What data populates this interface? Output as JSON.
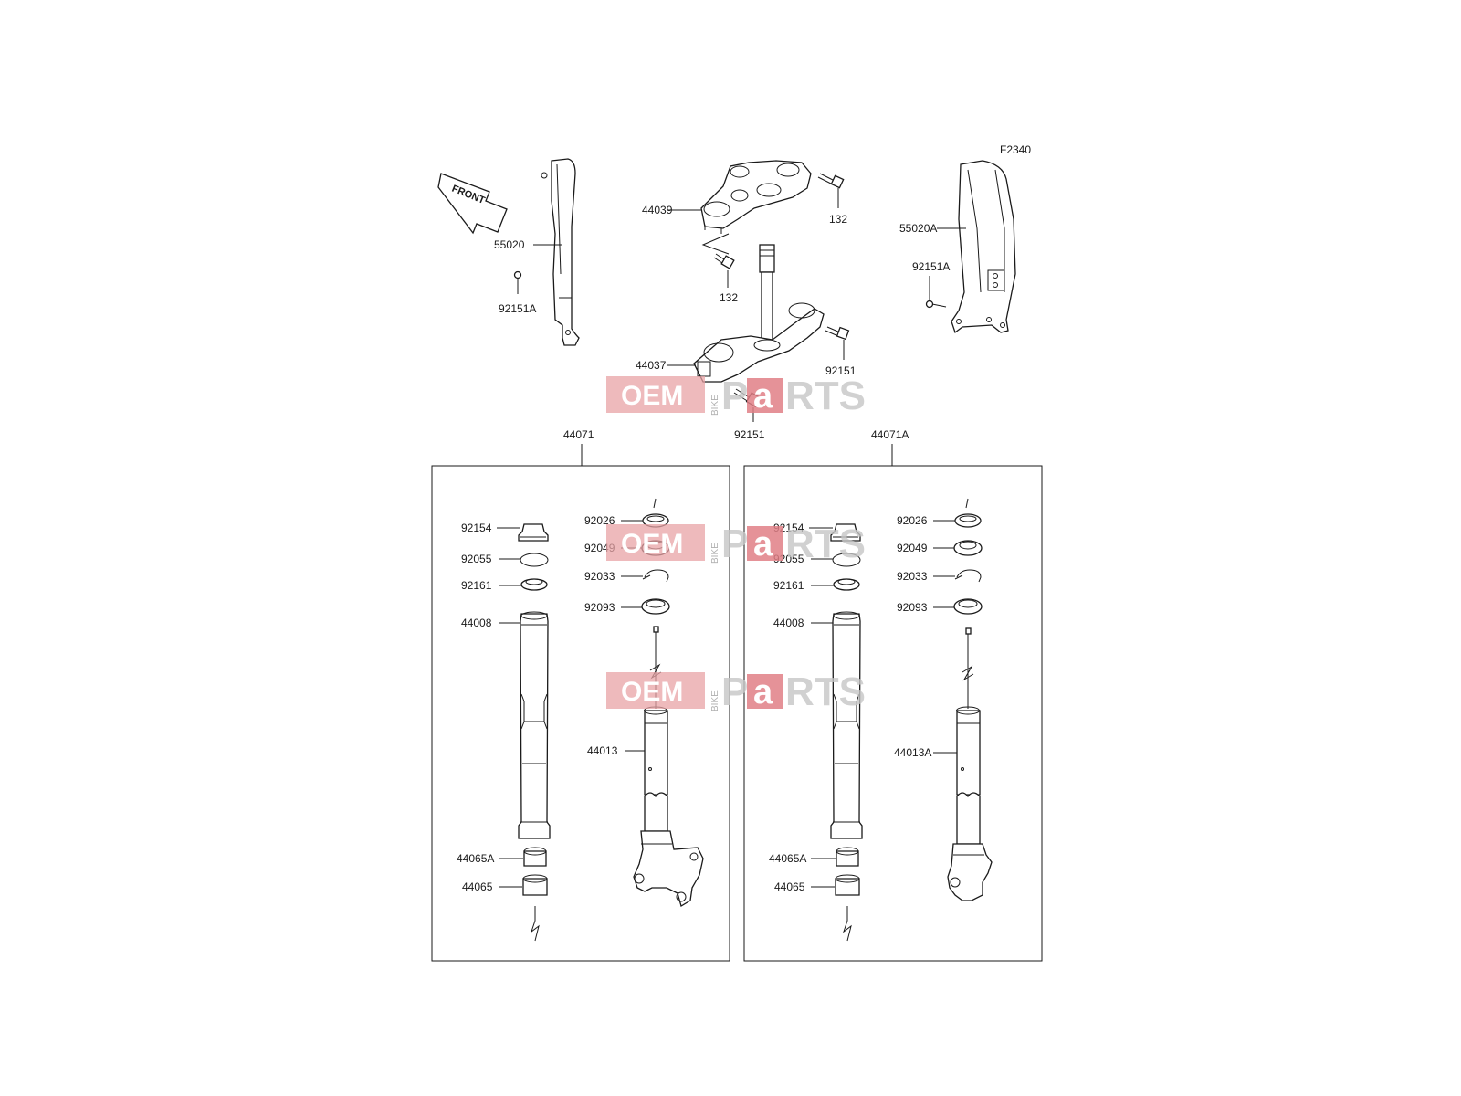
{
  "diagram_code": "F2340",
  "front_label": "FRONT",
  "watermark": {
    "oem": "OEM",
    "bike": "BIKE",
    "parts_p": "P",
    "parts_a": "a",
    "parts_rts": "RTS"
  },
  "top_labels": {
    "guard_left": "55020",
    "screw_left": "92151A",
    "upper_clamp": "44039",
    "bolt_upper_right": "132",
    "bolt_upper_left": "132",
    "guard_right": "55020A",
    "screw_right": "92151A",
    "lower_clamp": "44037",
    "bolt_lower_right": "92151",
    "bolt_lower_front": "92151"
  },
  "left_assembly": {
    "title": "44071",
    "labels": {
      "cap": "92154",
      "oring": "92055",
      "washer": "92161",
      "outer_tube": "44008",
      "bush_a": "44065A",
      "bush": "44065",
      "ring": "92026",
      "oil_seal": "92049",
      "clip": "92033",
      "dust_seal": "92093",
      "inner_tube": "44013"
    }
  },
  "right_assembly": {
    "title": "44071A",
    "labels": {
      "cap": "92154",
      "oring": "92055",
      "washer": "92161",
      "outer_tube": "44008",
      "bush_a": "44065A",
      "bush": "44065",
      "ring": "92026",
      "oil_seal": "92049",
      "clip": "92033",
      "dust_seal": "92093",
      "inner_tube": "44013A"
    }
  }
}
